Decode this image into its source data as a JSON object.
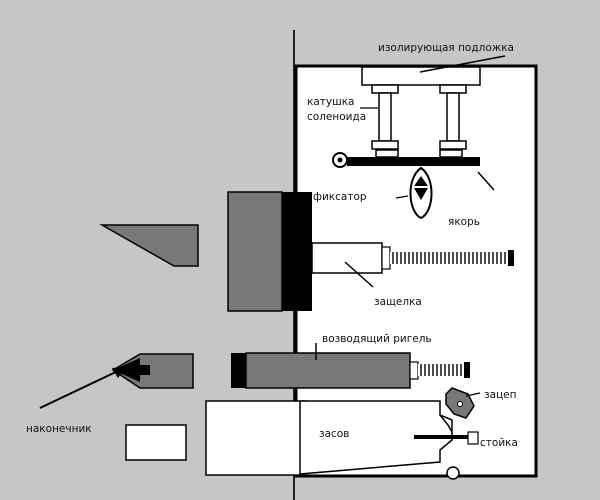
{
  "labels": {
    "substrate": "изолирующая подложка",
    "coil_line1": "катушка",
    "coil_line2": "соленоида",
    "latch_fixer": "фиксатор",
    "armature": "якорь",
    "latch": "защелка",
    "cocking_bolt": "возводящий ригель",
    "hook": "зацеп",
    "stand": "стойка",
    "deadbolt": "засов",
    "tip": "наконечник"
  },
  "colors": {
    "background": "#c6c6c6",
    "panel": "#ffffff",
    "dark_grey": "#787878",
    "black": "#000000"
  }
}
